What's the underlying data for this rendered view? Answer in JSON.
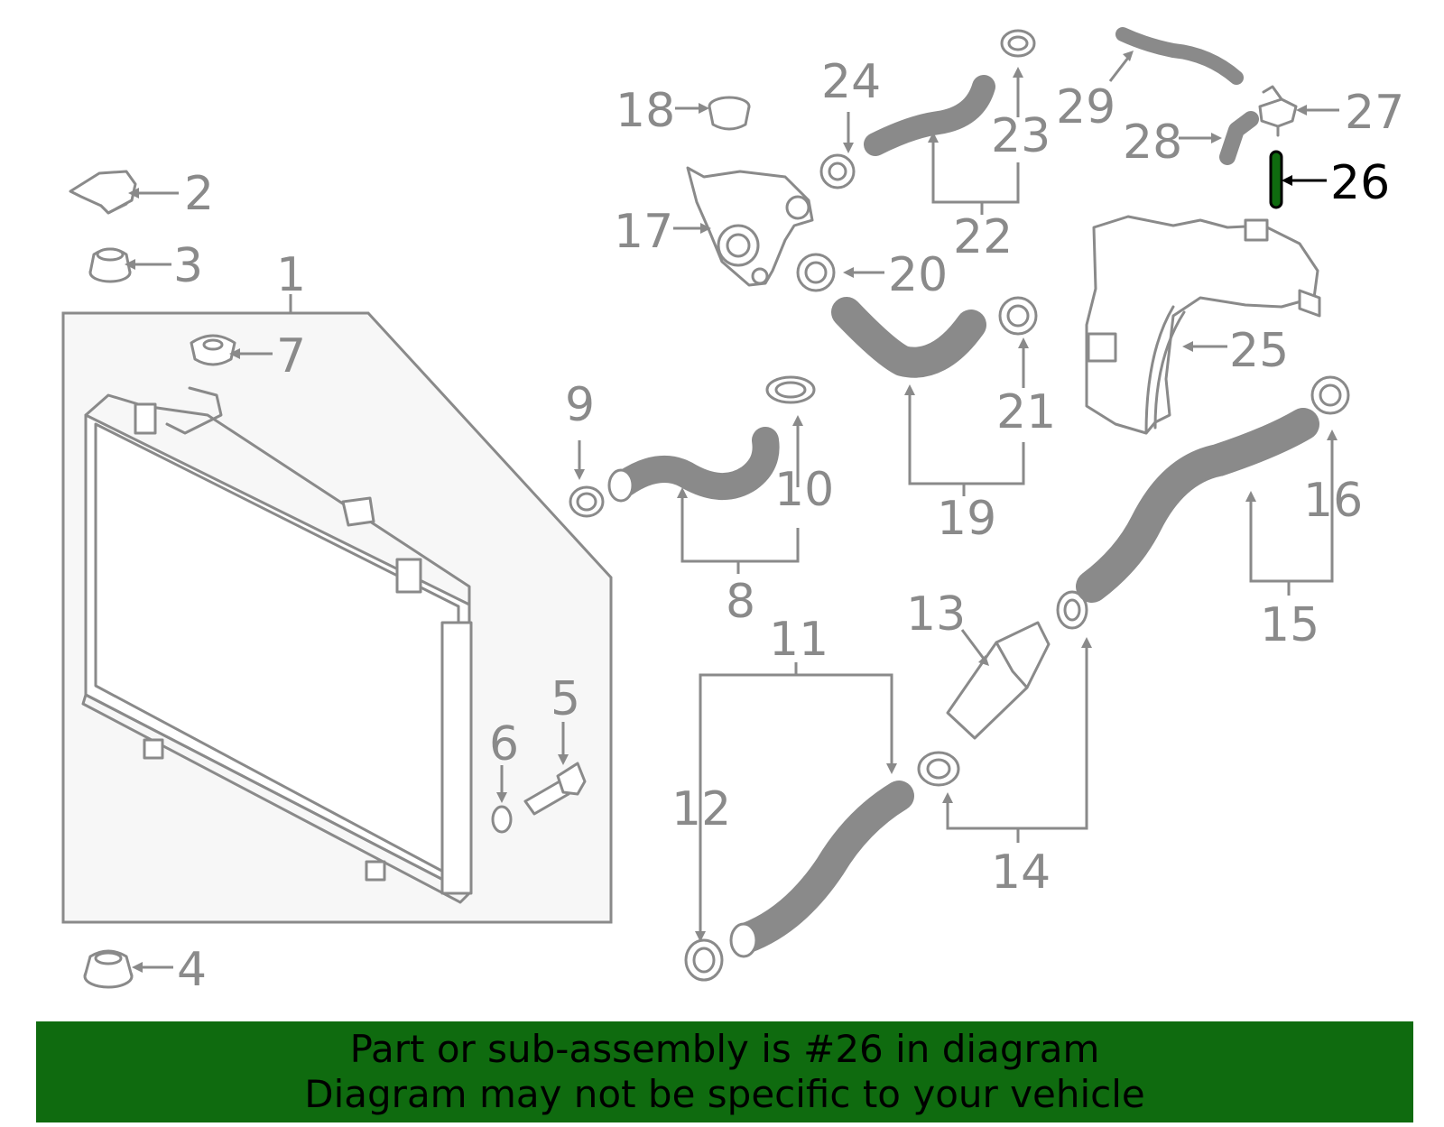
{
  "callouts": {
    "c1": "1",
    "c2": "2",
    "c3": "3",
    "c4": "4",
    "c5": "5",
    "c6": "6",
    "c7": "7",
    "c8": "8",
    "c9": "9",
    "c10": "10",
    "c11": "11",
    "c12": "12",
    "c13": "13",
    "c14": "14",
    "c15": "15",
    "c16": "16",
    "c17": "17",
    "c18": "18",
    "c19": "19",
    "c20": "20",
    "c21": "21",
    "c22": "22",
    "c23": "23",
    "c24": "24",
    "c25": "25",
    "c26": "26",
    "c27": "27",
    "c28": "28",
    "c29": "29"
  },
  "highlight": {
    "part": "26",
    "color": "#0f6b0f",
    "text_color": "#000000"
  },
  "colors": {
    "line": "#8a8a8a",
    "background": "#ffffff",
    "panel": "#f7f7f7",
    "banner": "#0f6b0f"
  },
  "banner": {
    "line1": "Part or sub-assembly is #26 in diagram",
    "line2": "Diagram may not be specific to your vehicle"
  }
}
